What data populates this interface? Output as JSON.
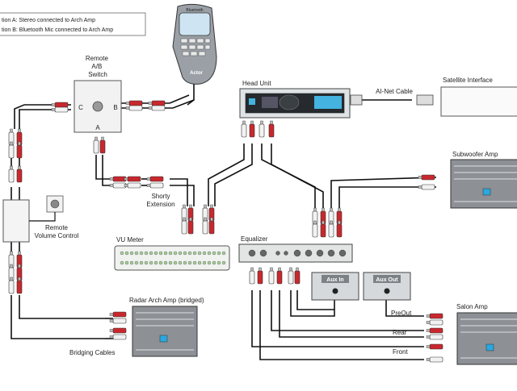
{
  "legend": {
    "line_a": "tion A: Stereo connected to Arch Amp",
    "line_b": "tion B: Bluetooth Mic connected to Arch Amp"
  },
  "remote": {
    "name": "Remote\nA/B\nSwitch",
    "name_lines": [
      "Remote",
      "A/B",
      "Switch"
    ],
    "port_a": "A",
    "port_b": "B",
    "port_c": "C"
  },
  "mic": {
    "brand": "Bluetooth",
    "logo": "Actor"
  },
  "head_unit": {
    "label": "Head Unit"
  },
  "ai_net": {
    "label": "AI-Net Cable"
  },
  "satellite": {
    "label": "Satellite Interface"
  },
  "subwoofer": {
    "label": "Subwoofer Amp"
  },
  "shorty": {
    "line1": "Shorty",
    "line2": "Extension"
  },
  "remote_volume": {
    "line1": "Remote",
    "line2": "Volume Control"
  },
  "vu_meter": {
    "label": "VU Meter"
  },
  "equalizer": {
    "label": "Equalizer"
  },
  "aux_in": {
    "label": "Aux In"
  },
  "aux_out": {
    "label": "Aux Out"
  },
  "radar_amp": {
    "label": "Radar Arch Amp (bridged)"
  },
  "bridging": {
    "label": "Bridging Cables"
  },
  "salon_amp": {
    "label": "Salon Amp"
  },
  "salon_inputs": {
    "preout": "PreOut",
    "rear": "Rear",
    "front": "Front"
  },
  "colors": {
    "red_plug": "#c8282d",
    "white_plug": "#f2f2f2",
    "amp_body": "#8d9196",
    "amp_stripe": "#b5b9bd",
    "amp_led": "#2aa8df",
    "lcd": "#44b3e0",
    "cable": "#111111"
  }
}
